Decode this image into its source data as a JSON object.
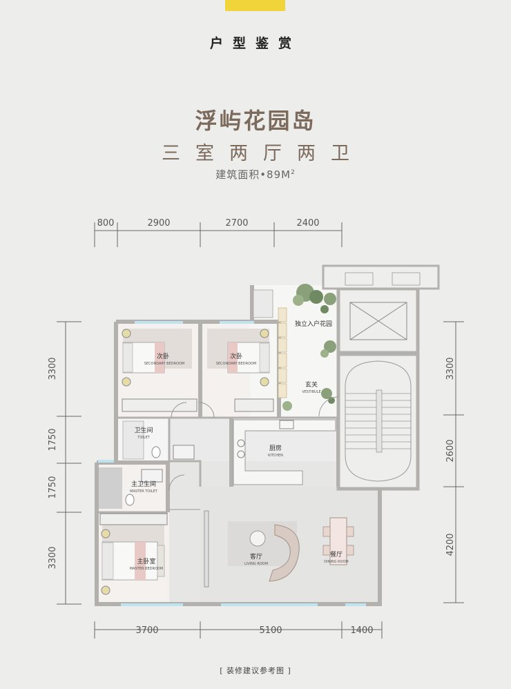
{
  "header": {
    "section_title": "户型鉴赏",
    "name": "浮屿花园岛",
    "layout": "三室两厅两卫",
    "area_label": "建筑面积•89M",
    "area_sup": "2"
  },
  "dimensions": {
    "top": [
      "800",
      "2900",
      "2700",
      "2400"
    ],
    "bottom": [
      "3700",
      "5100",
      "1400"
    ],
    "left": [
      "3300",
      "1750",
      "1750",
      "3300"
    ],
    "right": [
      "3300",
      "2600",
      "4200"
    ]
  },
  "rooms": {
    "secondary_bedroom_1": {
      "cn": "次卧",
      "en": "SECONDARY BEDROOM"
    },
    "secondary_bedroom_2": {
      "cn": "次卧",
      "en": "SECONDARY BEDROOM"
    },
    "garden": {
      "cn": "独立入户花园"
    },
    "vestibule": {
      "cn": "玄关",
      "en": "VESTIBULE"
    },
    "toilet": {
      "cn": "卫生间",
      "en": "TOILET"
    },
    "kitchen": {
      "cn": "厨房",
      "en": "KITCHEN"
    },
    "master_toilet": {
      "cn": "主卫生间",
      "en": "MASTER TOILET"
    },
    "master_bedroom": {
      "cn": "主卧室",
      "en": "MASTER BEDROOM"
    },
    "living_room": {
      "cn": "客厅",
      "en": "LIVING ROOM"
    },
    "dining_room": {
      "cn": "餐厅",
      "en": "DINING ROOM"
    }
  },
  "footer": {
    "note": "[ 装修建议参考图 ]"
  },
  "colors": {
    "accent": "#f0d43a",
    "title": "#7c6a5d",
    "wall": "#b3b1ad",
    "window": "#bfe4f0"
  }
}
